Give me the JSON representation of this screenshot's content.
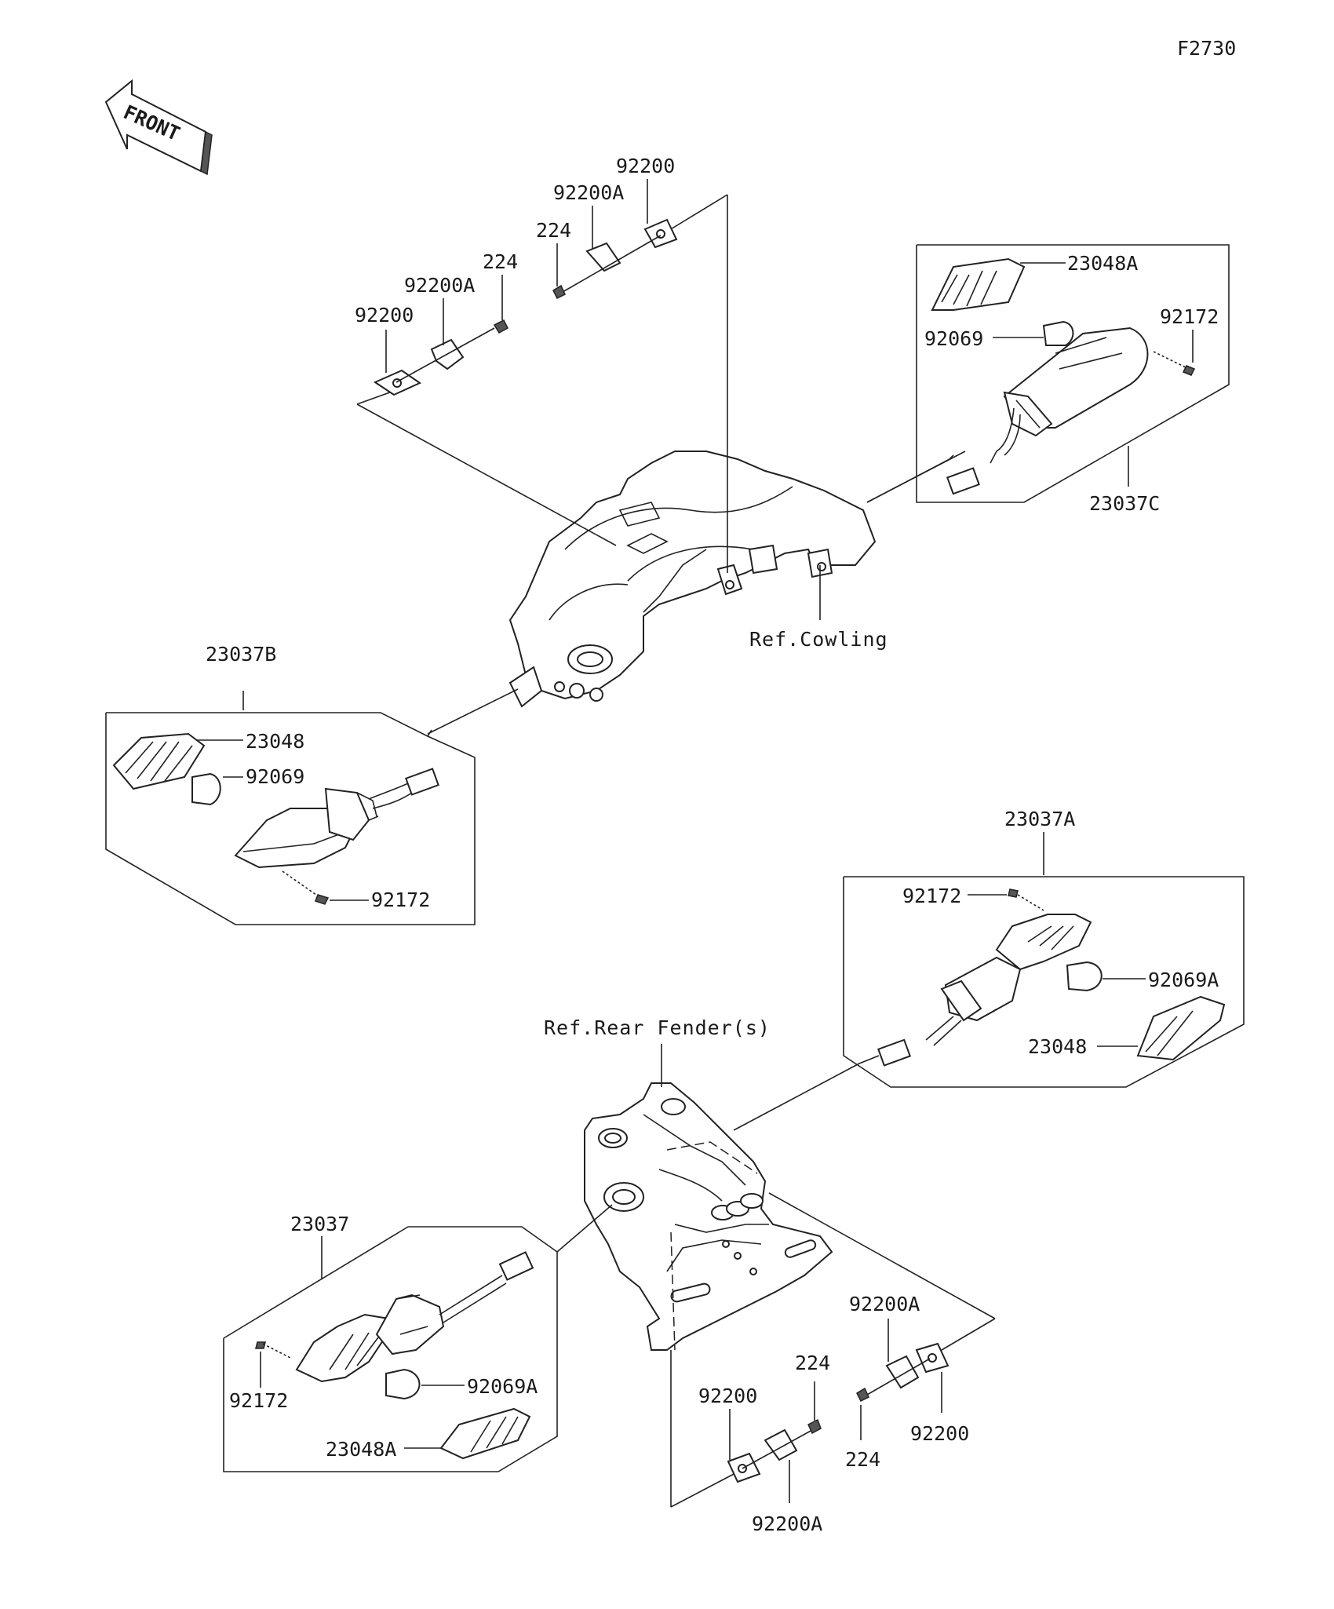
{
  "figure_code": "F2730",
  "front_arrow_text": "FRONT",
  "refs": {
    "cowling": "Ref.Cowling",
    "rear_fender": "Ref.Rear Fender(s)"
  },
  "labels": {
    "top_left_92200": "92200",
    "top_left_92200A": "92200A",
    "top_left_224": "224",
    "top_right_92200": "92200",
    "top_right_92200A": "92200A",
    "top_right_224": "224",
    "fr_assy": "23037C",
    "fr_lens": "23048A",
    "fr_bulb": "92069",
    "fr_screw": "92172",
    "fl_assy": "23037B",
    "fl_lens": "23048",
    "fl_bulb": "92069",
    "fl_screw": "92172",
    "rr_assy": "23037A",
    "rr_screw": "92172",
    "rr_bulb": "92069A",
    "rr_lens": "23048",
    "rl_assy": "23037",
    "rl_screw": "92172",
    "rl_bulb": "92069A",
    "rl_lens": "23048A",
    "bot_right_92200A": "92200A",
    "bot_right_92200": "92200",
    "bot_right_224": "224",
    "bot_left_224": "224",
    "bot_left_92200": "92200",
    "bot_left_92200A": "92200A"
  }
}
